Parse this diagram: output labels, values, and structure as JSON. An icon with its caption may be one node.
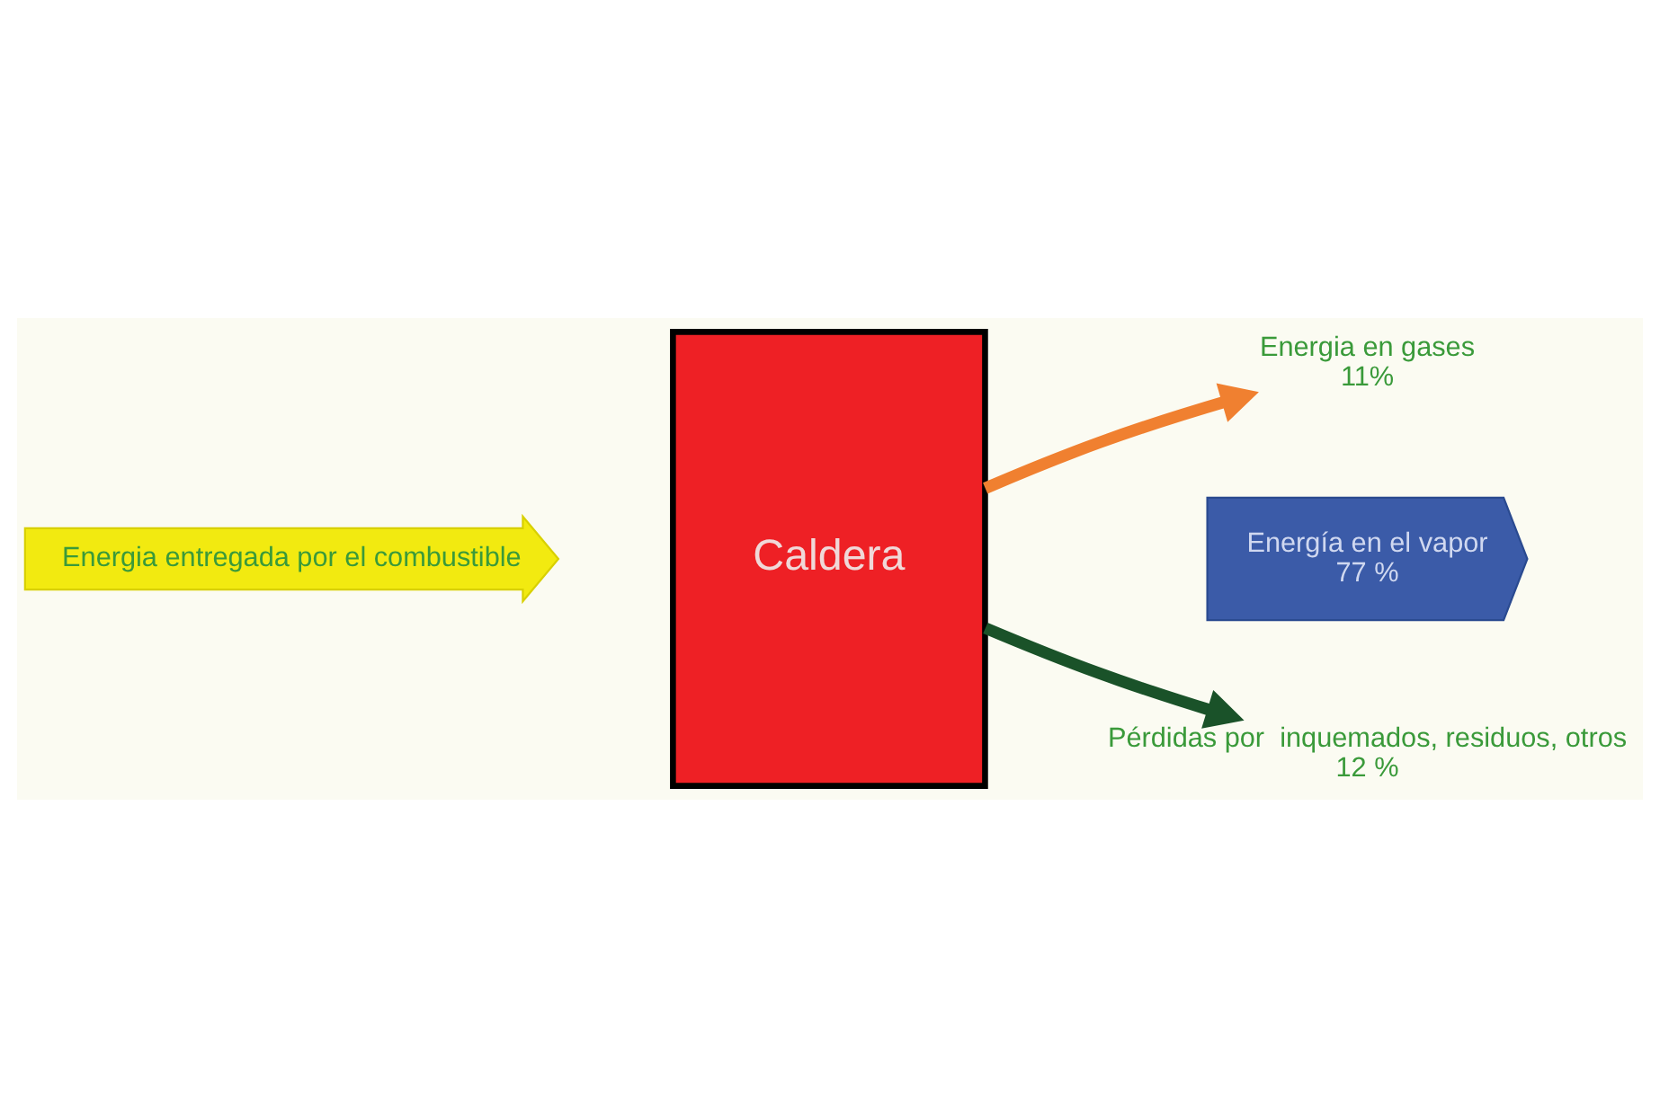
{
  "diagram": {
    "nodes": [
      {
        "text": [
          "Energia entregada por el combustible"
        ]
      },
      {
        "text": [
          "Caldera"
        ]
      },
      {
        "text": [
          "Energía en el vapor",
          "77 %"
        ]
      },
      {
        "text": [
          "Energia en gases",
          "11%"
        ]
      },
      {
        "text": [
          "Pérdidas por  inquemados, residuos, otros",
          "12 %"
        ]
      }
    ],
    "edges": [
      {
        "from": 1,
        "to": 3,
        "arrow": "to",
        "color": "#f08030"
      },
      {
        "from": 1,
        "to": 4,
        "arrow": "to",
        "color": "#1a5229"
      }
    ]
  }
}
